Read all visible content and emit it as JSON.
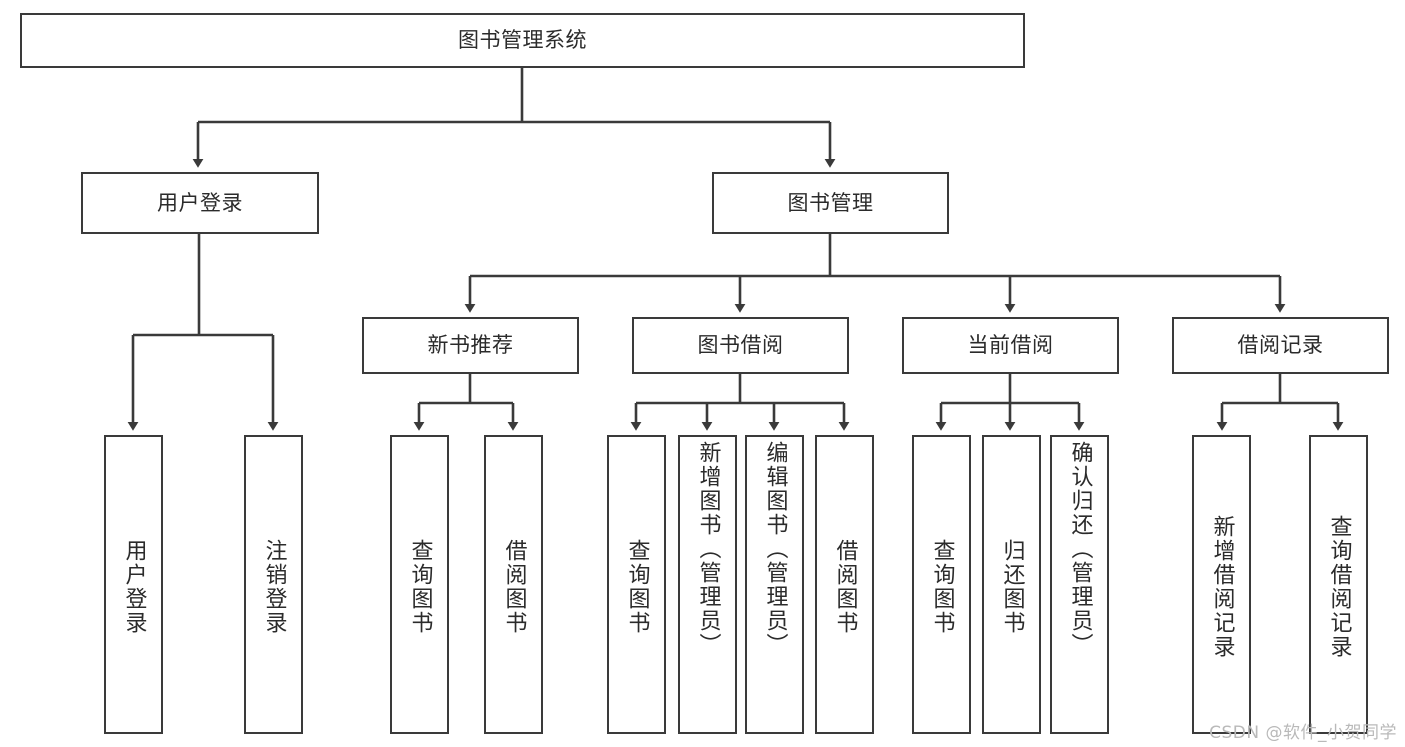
{
  "diagram": {
    "type": "tree-hierarchy",
    "title": "图书管理系统",
    "watermark": "CSDN @软件_小贺同学",
    "colors": {
      "stroke": "#3a3a3a",
      "fill": "#ffffff",
      "text": "#2b2b2b",
      "watermark": "#b9b9b9"
    },
    "root": {
      "label": "图书管理系统",
      "orientation": "horizontal"
    },
    "level1": [
      {
        "label": "用户登录",
        "orientation": "horizontal"
      },
      {
        "label": "图书管理",
        "orientation": "horizontal"
      }
    ],
    "level2": [
      {
        "label": "新书推荐",
        "orientation": "horizontal"
      },
      {
        "label": "图书借阅",
        "orientation": "horizontal"
      },
      {
        "label": "当前借阅",
        "orientation": "horizontal"
      },
      {
        "label": "借阅记录",
        "orientation": "horizontal"
      }
    ],
    "leaves": {
      "user_login": [
        {
          "label": "用户登录",
          "orientation": "vertical"
        },
        {
          "label": "注销登录",
          "orientation": "vertical"
        }
      ],
      "new_book_recommend": [
        {
          "label": "查询图书",
          "orientation": "vertical"
        },
        {
          "label": "借阅图书",
          "orientation": "vertical"
        }
      ],
      "book_borrow": [
        {
          "label": "查询图书",
          "orientation": "vertical"
        },
        {
          "label": "新增图书（管理员）",
          "orientation": "vertical"
        },
        {
          "label": "编辑图书（管理员）",
          "orientation": "vertical"
        },
        {
          "label": "借阅图书",
          "orientation": "vertical"
        }
      ],
      "current_borrow": [
        {
          "label": "查询图书",
          "orientation": "vertical"
        },
        {
          "label": "归还图书",
          "orientation": "vertical"
        },
        {
          "label": "确认归还（管理员）",
          "orientation": "vertical"
        }
      ],
      "borrow_record": [
        {
          "label": "新增借阅记录",
          "orientation": "vertical"
        },
        {
          "label": "查询借阅记录",
          "orientation": "vertical"
        }
      ]
    }
  }
}
